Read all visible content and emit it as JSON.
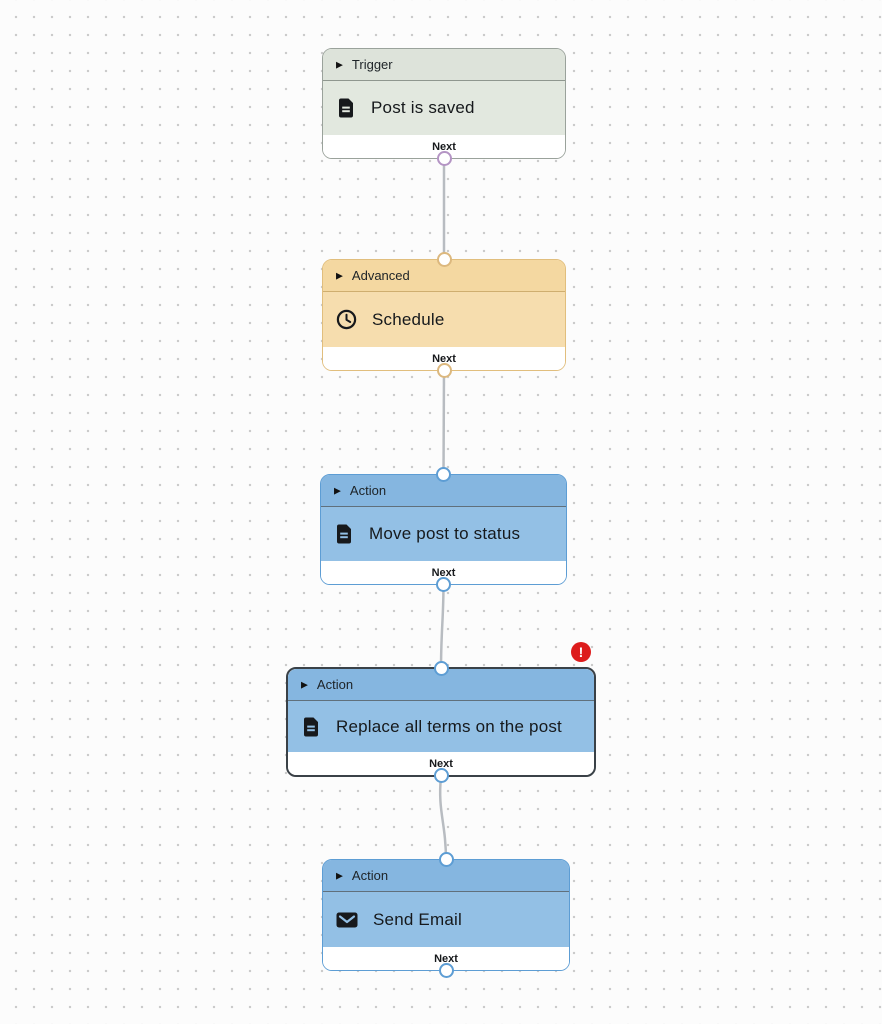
{
  "canvas": {
    "background_color": "#fcfcfc",
    "dot_color": "#c9c9c9"
  },
  "icons": {
    "collapse_arrow": "▶",
    "error": "!"
  },
  "colors": {
    "trigger_header": "#dde3da",
    "trigger_body": "#e2e8df",
    "trigger_port": "#b494c4",
    "advanced_header": "#f4d8a1",
    "advanced_body": "#f6ddae",
    "action_header": "#85b6e0",
    "action_body": "#93c0e5",
    "action_border": "#5d9dd4",
    "error_border": "#3a4147",
    "error_badge": "#dd1c1c",
    "wire": "#b8bcc1"
  },
  "nodes": [
    {
      "category": "Trigger",
      "title": "Post is saved",
      "icon": "document-icon",
      "footer_label": "Next",
      "has_input_port": false,
      "has_output_port": true,
      "error": false
    },
    {
      "category": "Advanced",
      "title": "Schedule",
      "icon": "clock-icon",
      "footer_label": "Next",
      "has_input_port": true,
      "has_output_port": true,
      "error": false
    },
    {
      "category": "Action",
      "title": "Move post to status",
      "icon": "document-icon",
      "footer_label": "Next",
      "has_input_port": true,
      "has_output_port": true,
      "error": false
    },
    {
      "category": "Action",
      "title": "Replace all terms on the post",
      "icon": "document-icon",
      "footer_label": "Next",
      "has_input_port": true,
      "has_output_port": true,
      "error": true
    },
    {
      "category": "Action",
      "title": "Send Email",
      "icon": "envelope-icon",
      "footer_label": "Next",
      "has_input_port": true,
      "has_output_port": true,
      "error": false
    }
  ]
}
